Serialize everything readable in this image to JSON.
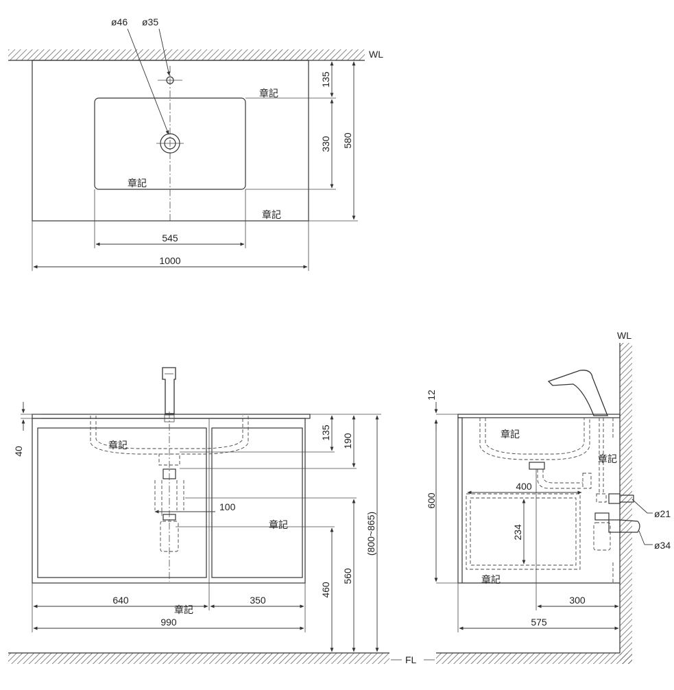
{
  "top_view": {
    "dia_large": "ø46",
    "dia_small": "ø35",
    "wall_label": "WL",
    "dim_135": "135",
    "dim_330": "330",
    "dim_580": "580",
    "dim_545": "545",
    "dim_1000": "1000",
    "note_a": "章記",
    "note_b": "章記",
    "note_c": "章記"
  },
  "front_view": {
    "dim_40": "40",
    "dim_135": "135",
    "dim_190": "190",
    "dim_100": "100",
    "dim_460": "460",
    "dim_560": "560",
    "dim_range": "(800~865)",
    "dim_640": "640",
    "dim_350": "350",
    "dim_990": "990",
    "note_a": "章記",
    "note_b": "章記",
    "note_c": "章記"
  },
  "side_view": {
    "wall_label": "WL",
    "dim_12": "12",
    "dim_600": "600",
    "dim_400": "400",
    "dim_234": "234",
    "dim_300": "300",
    "dim_575": "575",
    "dia_21": "ø21",
    "dia_34": "ø34",
    "note_a": "章記",
    "note_b": "章記",
    "note_c": "章記"
  },
  "floor_label": "FL"
}
